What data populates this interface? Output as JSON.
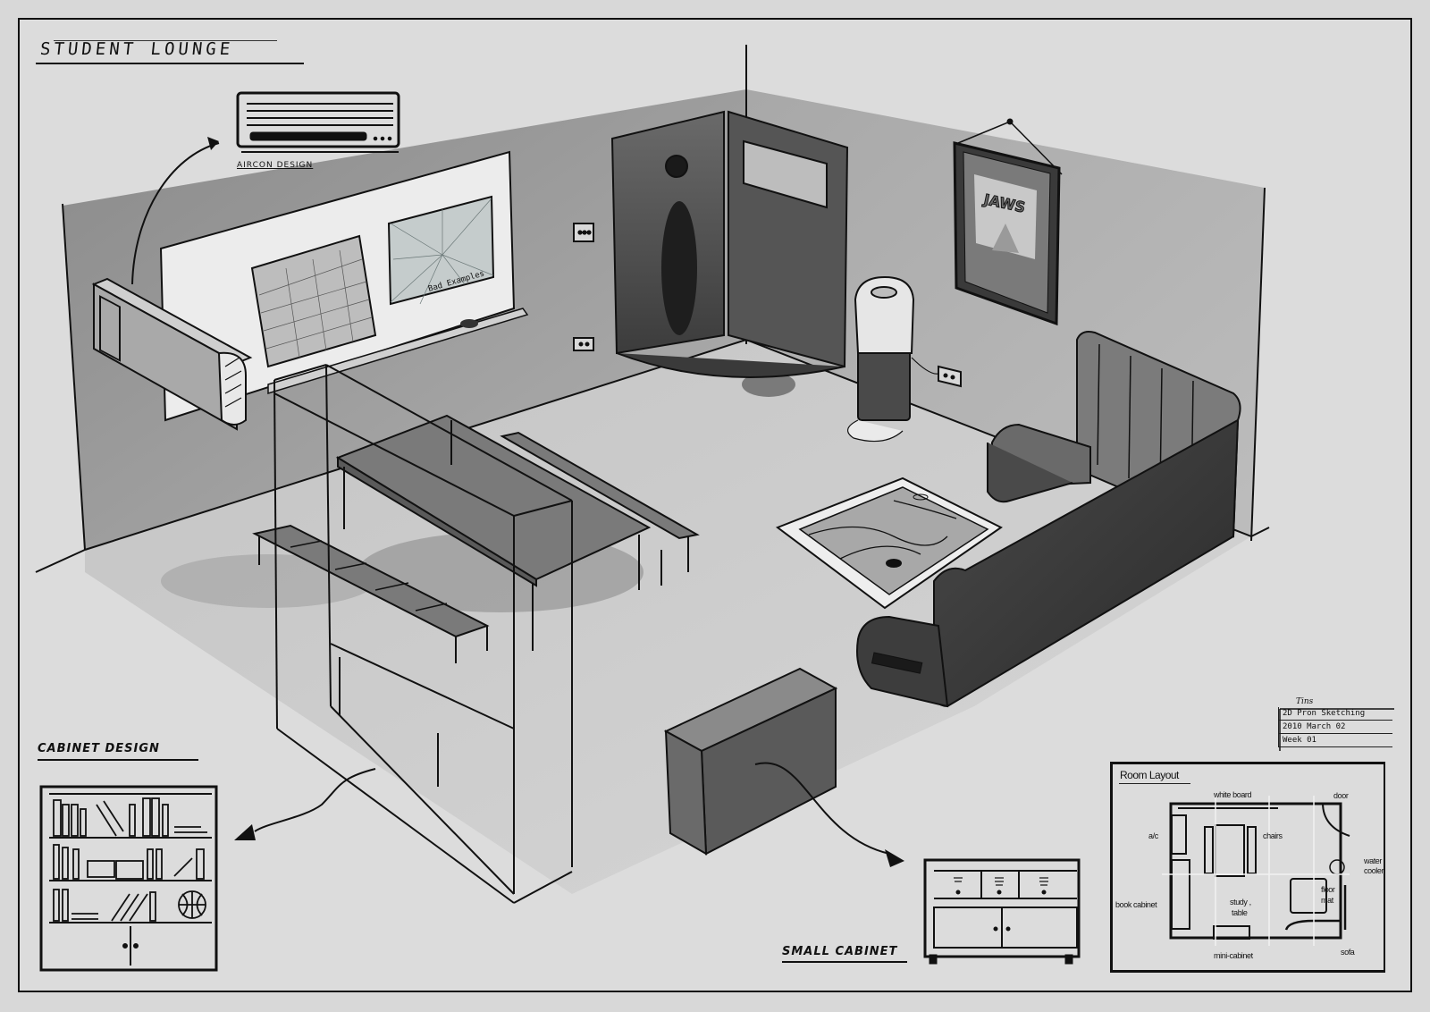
{
  "title": "Student Lounge",
  "annotations": {
    "aircon_caption": "Aircon Design",
    "bad_examples": "Bad Examples",
    "cabinet_design": "Cabinet Design",
    "small_cabinet": "Small Cabinet",
    "poster_title": "JAWS"
  },
  "info_box": {
    "author": "Tins",
    "course": "2D Pron Sketching",
    "date": "2010 March 02",
    "week": "Week 01"
  },
  "room_layout": {
    "title": "Room Layout",
    "labels": {
      "white_board": "white board",
      "door": "door",
      "ac": "a/c",
      "chairs": "chairs",
      "water": "water",
      "cooler": "cooler",
      "book_cabinet": "book cabinet",
      "study": "study ,",
      "table": "table",
      "floor": "floor",
      "mat": "mat",
      "mini_cabinet": "mini-cabinet",
      "sofa": "sofa"
    }
  },
  "colors": {
    "paper": "#dcdcdc",
    "ink": "#111111",
    "wall": "#9a9a9a",
    "floor": "#cfcfcf",
    "dark_furniture": "#3a3a3a"
  }
}
